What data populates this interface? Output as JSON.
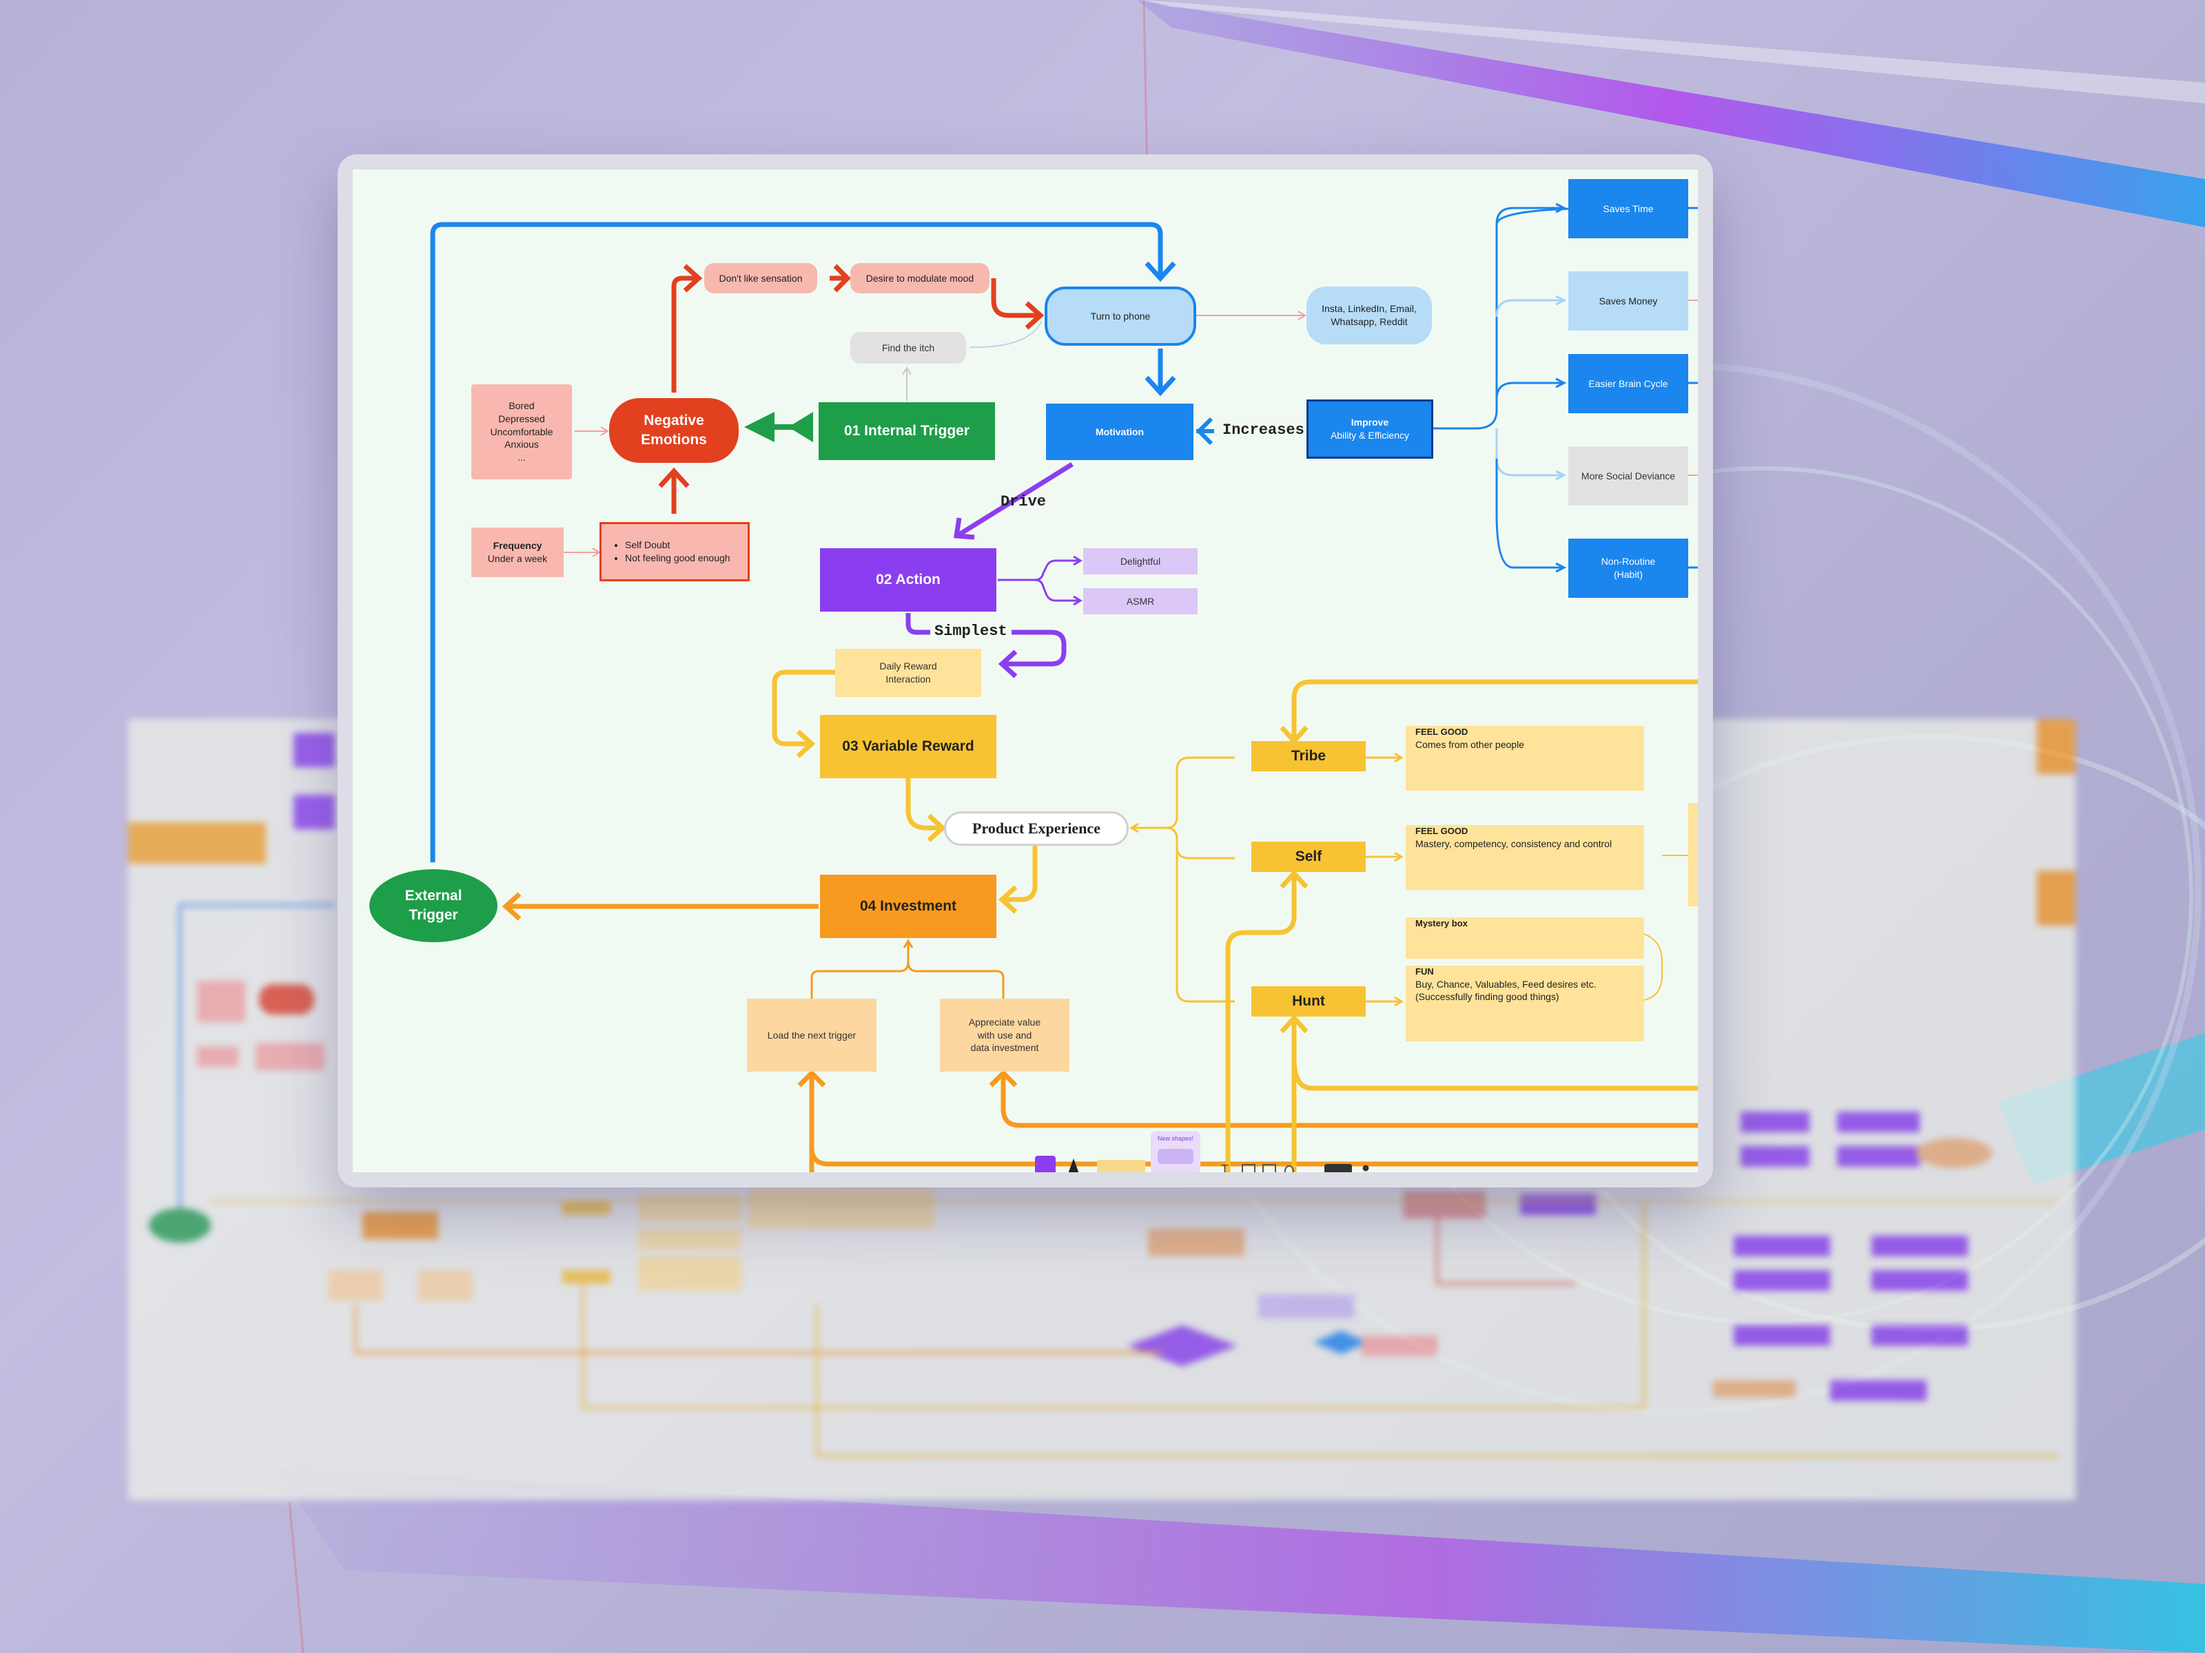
{
  "colors": {
    "internal": "#1e9e49",
    "negative": "#e2401f",
    "action": "#8b3ef0",
    "reward": "#f7c332",
    "investment": "#f79a1f",
    "phone": "#1a86ee",
    "external": "#1e9e49"
  },
  "nodes": {
    "dont_like": "Don't like sensation",
    "desire_mood": "Desire to modulate mood",
    "turn_to_phone": "Turn to phone",
    "apps": "Insta, LinkedIn, Email,\nWhatsapp, Reddit",
    "find_itch": "Find the itch",
    "feelings": "Bored\nDepressed\nUncomfortable\nAnxious\n...",
    "negative_emotions": "Negative\nEmotions",
    "internal_trigger": "01 Internal Trigger",
    "motivation": "Motivation",
    "increases": "Increases",
    "improve_title": "Improve",
    "improve_sub": "Ability & Efficiency",
    "frequency_title": "Frequency",
    "frequency_sub": "Under a week",
    "self_doubt_1": "Self Doubt",
    "self_doubt_2": "Not feeling good enough",
    "drive": "Drive",
    "action": "02 Action",
    "delightful": "Delightful",
    "asmr": "ASMR",
    "simplest": "Simplest",
    "daily_reward": "Daily Reward\nInteraction",
    "variable_reward": "03 Variable Reward",
    "product_experience": "Product Experience",
    "external_trigger": "External\nTrigger",
    "investment": "04 Investment",
    "load_trigger": "Load the next trigger",
    "appreciate": "Appreciate value\nwith use and\ndata investment",
    "tribe": "Tribe",
    "self": "Self",
    "hunt": "Hunt",
    "tribe_note_title": "FEEL GOOD",
    "tribe_note": "Comes from other people",
    "self_note_title": "FEEL GOOD",
    "self_note": "Mastery, competency, consistency and control",
    "mystery": "Mystery box",
    "hunt_note_title": "FUN",
    "hunt_note": "Buy, Chance,  Valuables, Feed desires etc.\n(Successfully finding good things)",
    "saves_time": "Saves Time",
    "saves_money": "Saves Money",
    "easier_brain": "Easier Brain Cycle",
    "social_deviance": "More Social Deviance",
    "non_routine": "Non-Routine\n(Habit)"
  },
  "toolbar": {
    "new_shapes": "New shapes!"
  }
}
